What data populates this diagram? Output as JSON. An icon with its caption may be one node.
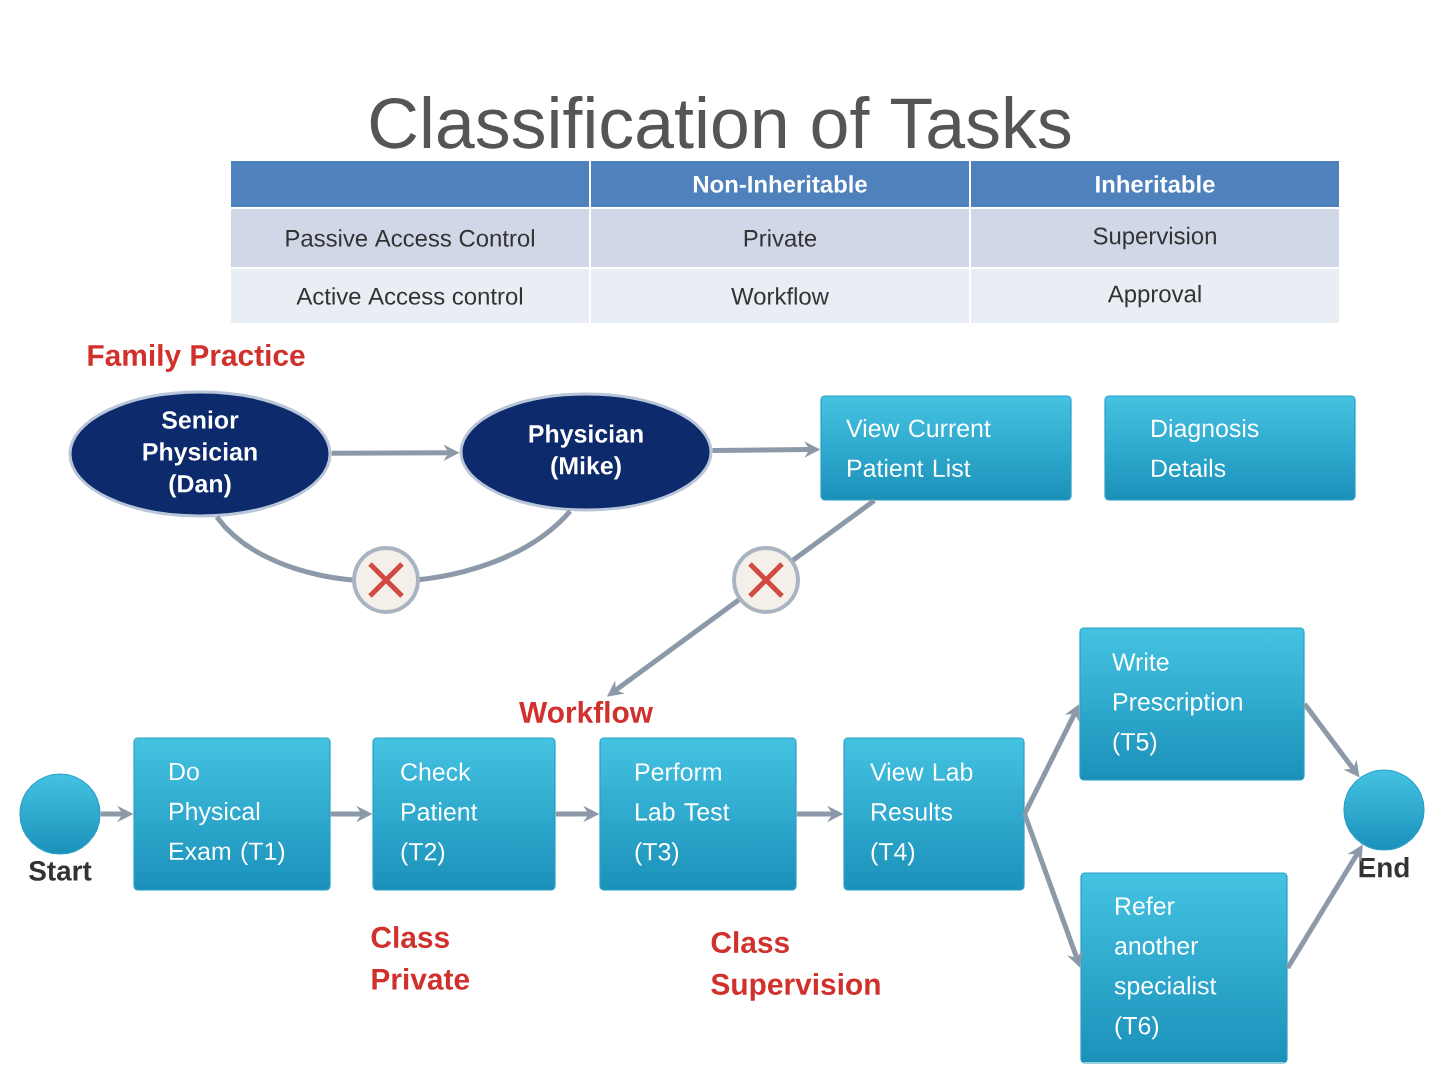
{
  "diagram": {
    "title": "Classification of Tasks",
    "nodes": [
      {
        "text": [
          "Senior Physician (Dan)"
        ]
      },
      {
        "text": [
          "Physician (Mike)"
        ]
      },
      {
        "text": [
          "View Current Patient List"
        ]
      },
      {
        "text": [
          "Diagnosis Details"
        ]
      },
      {
        "text": [
          "Workflow"
        ]
      },
      {
        "text": [
          "Start"
        ]
      },
      {
        "text": [
          "Do Physical Exam (T1)"
        ]
      },
      {
        "text": [
          "Check Patient (T2)"
        ]
      },
      {
        "text": [
          "Perform Lab Test (T3)"
        ]
      },
      {
        "text": [
          "View Lab Results (T4)"
        ]
      },
      {
        "text": [
          "Write Prescription (T5)"
        ]
      },
      {
        "text": [
          "Refer another specialist (T6)"
        ]
      },
      {
        "text": [
          "End"
        ]
      }
    ],
    "edges": [
      {
        "from": 0,
        "to": 1,
        "arrow": "to"
      },
      {
        "from": 1,
        "to": 2,
        "arrow": "to"
      },
      {
        "from": 0,
        "to": 1,
        "arrow": "none"
      },
      {
        "from": 2,
        "to": 4,
        "arrow": "to"
      },
      {
        "from": 5,
        "to": 6,
        "arrow": "to"
      },
      {
        "from": 6,
        "to": 7,
        "arrow": "to"
      },
      {
        "from": 7,
        "to": 8,
        "arrow": "to"
      },
      {
        "from": 8,
        "to": 9,
        "arrow": "to"
      },
      {
        "from": 9,
        "to": 10,
        "arrow": "to"
      },
      {
        "from": 9,
        "to": 11,
        "arrow": "to"
      },
      {
        "from": 10,
        "to": 12,
        "arrow": "to"
      },
      {
        "from": 11,
        "to": 12,
        "arrow": "to"
      }
    ],
    "labels": [
      "Non-Inheritable",
      "Inheritable",
      "Passive Access Control",
      "Private",
      "Supervision",
      "Active Access control",
      "Workflow",
      "Approval",
      "Family Practice",
      "Class Private",
      "Class Supervision"
    ]
  }
}
